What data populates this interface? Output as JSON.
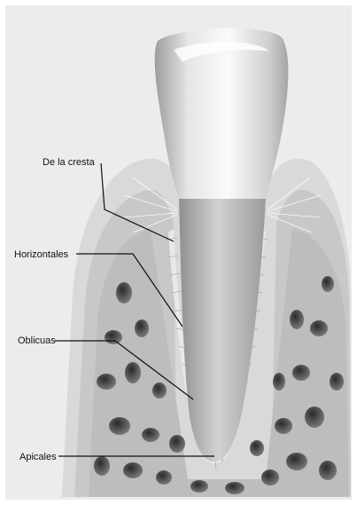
{
  "labels": {
    "crest": "De la cresta",
    "horizontal": "Horizontales",
    "oblique": "Oblicuas",
    "apical": "Apicales"
  },
  "colors": {
    "background": "#ececec",
    "gingiva": "#d9d9d9",
    "bone_cortex": "#c8c8c8",
    "bone_cancellous": "#bdbdbd",
    "marrow": "#5a5a5a",
    "enamel": "#f3f3f3",
    "root": "#b0b0b0",
    "ligament": "#e9e9e9",
    "leader": "#111111"
  }
}
